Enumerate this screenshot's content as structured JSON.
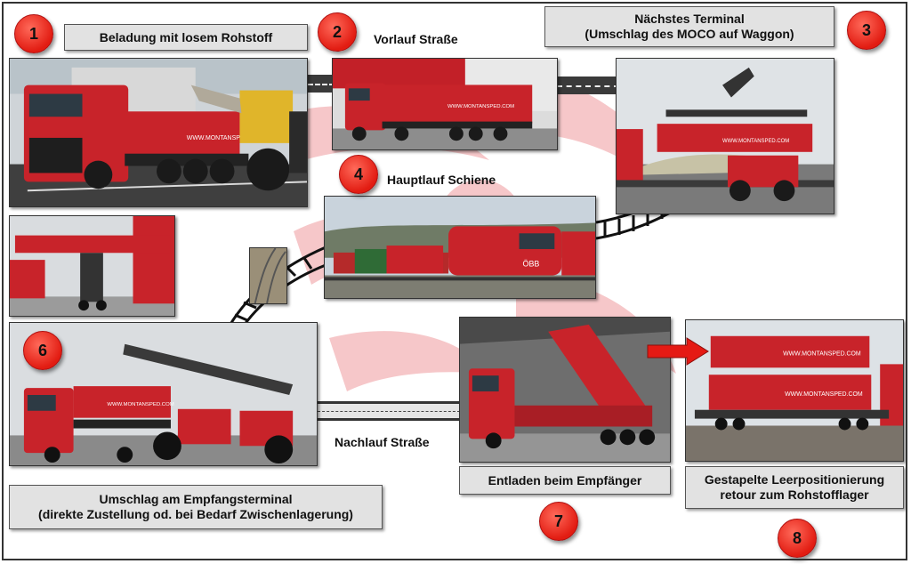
{
  "steps": [
    {
      "number": "1",
      "label": "Beladung mit losem Rohstoff"
    },
    {
      "number": "2",
      "label": "Vorlauf Straße"
    },
    {
      "number": "3",
      "label_line1": "Nächstes Terminal",
      "label_line2": "(Umschlag des MOCO auf Waggon)"
    },
    {
      "number": "4",
      "label": "Hauptlauf Schiene"
    },
    {
      "number": "6",
      "label_line1": "Umschlag am Empfangsterminal",
      "label_line2": "(direkte Zustellung od. bei Bedarf Zwischenlagerung)"
    },
    {
      "number": "7",
      "label": "Entladen beim Empfänger"
    },
    {
      "number": "8",
      "label_line1": "Gestapelte Leerpositionierung",
      "label_line2": "retour zum Rohstofflager"
    }
  ],
  "extra_label": "Nachlauf Straße",
  "container_text": "WWW.MONTANSPED.COM",
  "loco_text": "ÖBB",
  "colors": {
    "container_red": "#c8232a",
    "badge_red": "#e21c12",
    "watermark": "#f6c7c9",
    "label_bg": "#e2e2e2",
    "road": "#3a3a3a"
  },
  "icons": [
    "arrow-right-icon"
  ]
}
